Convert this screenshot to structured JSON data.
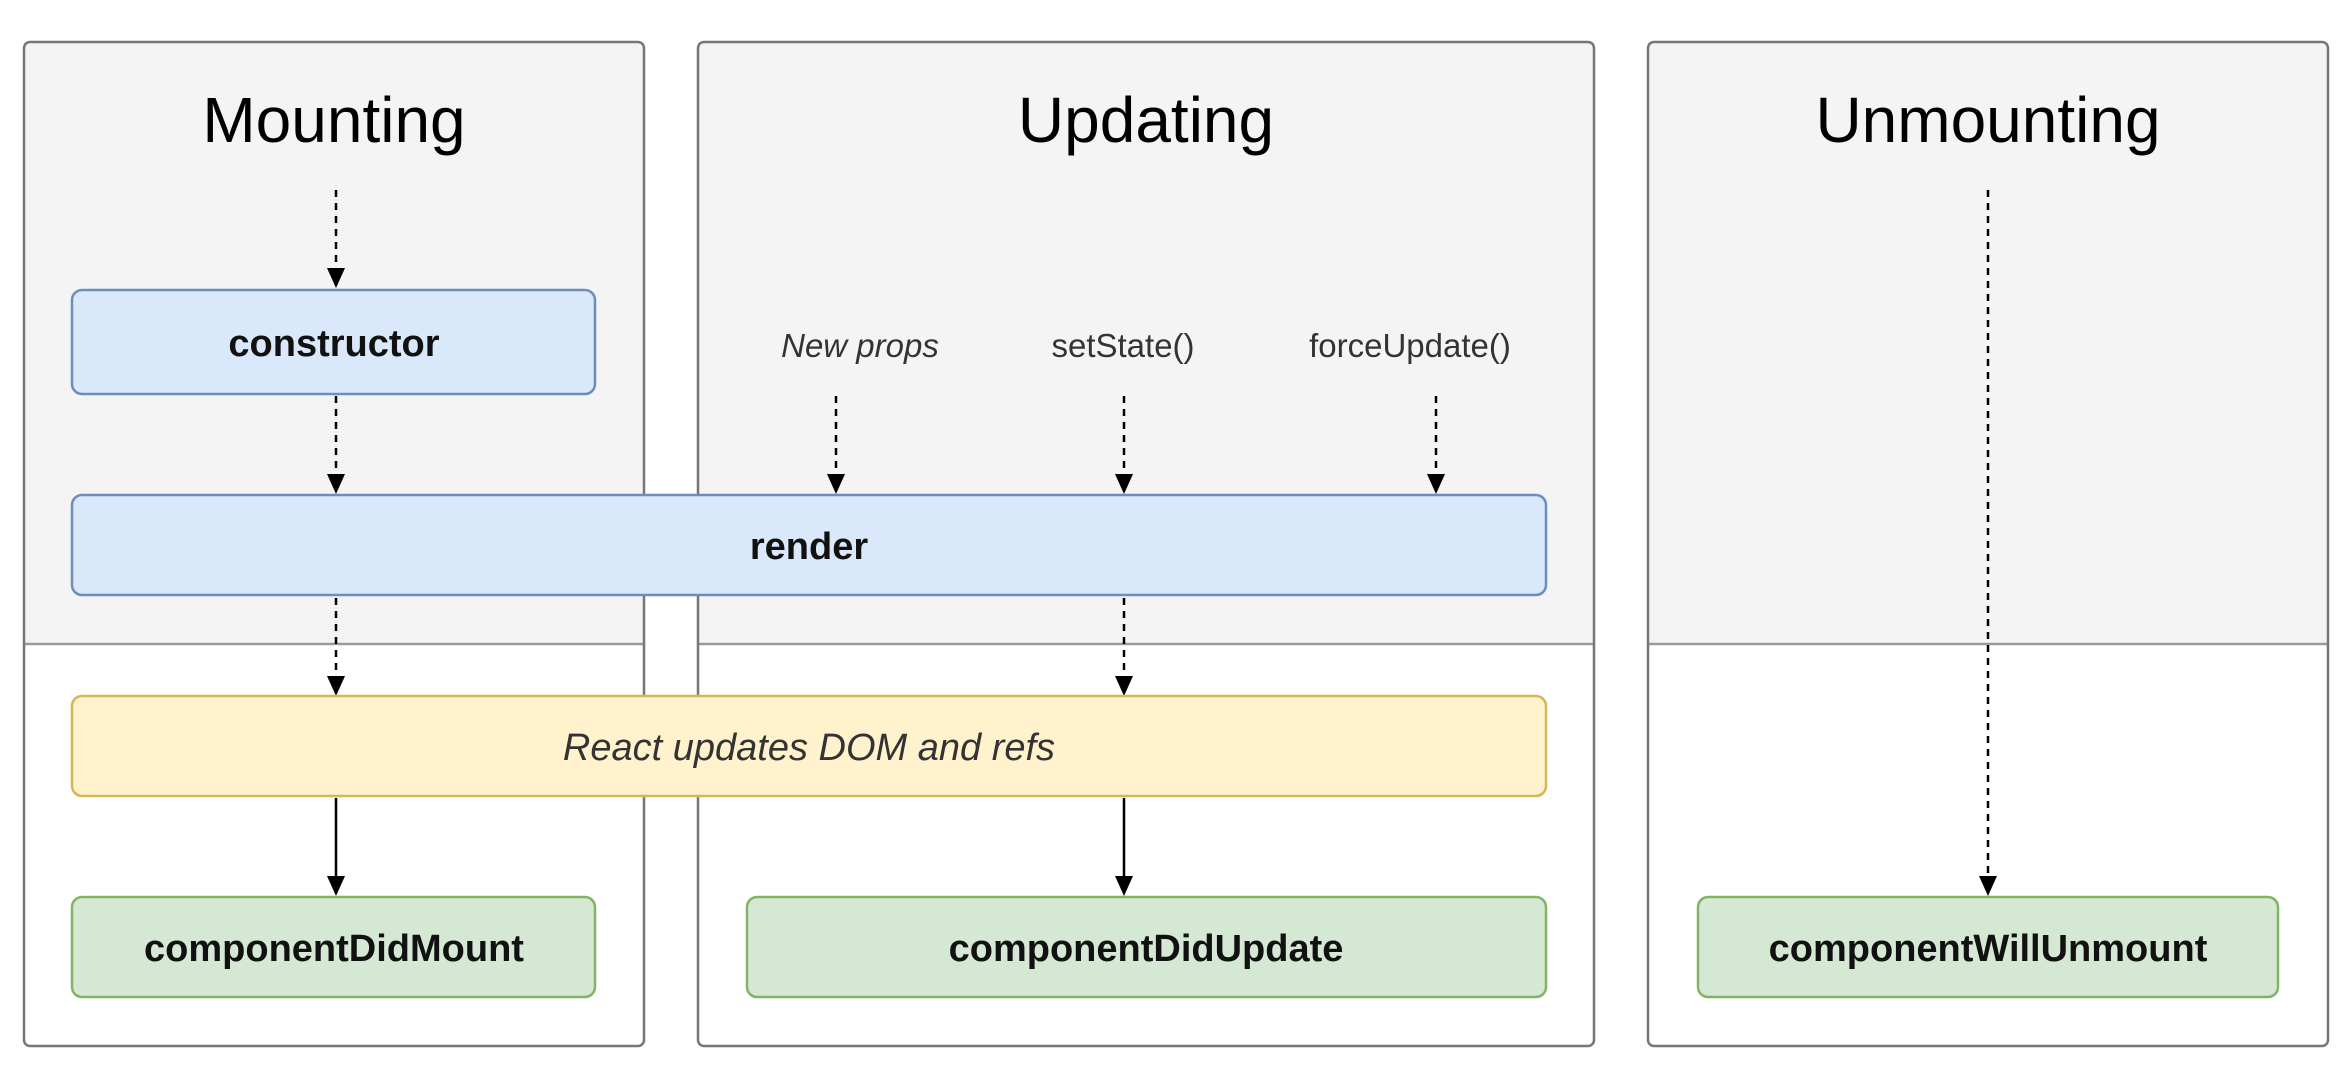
{
  "columns": {
    "mounting": {
      "title": "Mounting"
    },
    "updating": {
      "title": "Updating"
    },
    "unmounting": {
      "title": "Unmounting"
    }
  },
  "triggers": {
    "new_props": "New props",
    "set_state": "setState()",
    "force_update": "forceUpdate()"
  },
  "methods": {
    "constructor": "constructor",
    "render": "render",
    "dom_update": "React updates DOM and refs",
    "did_mount": "componentDidMount",
    "did_update": "componentDidUpdate",
    "will_unmount": "componentWillUnmount"
  },
  "colors": {
    "render_phase_bg": "#f4f4f4",
    "panel_border": "#777777",
    "blue_fill": "#dae8fc",
    "blue_border": "#6c8ebf",
    "yellow_fill": "#fff2cc",
    "yellow_border": "#d6b656",
    "green_fill": "#d5e8d4",
    "green_border": "#82b366"
  }
}
